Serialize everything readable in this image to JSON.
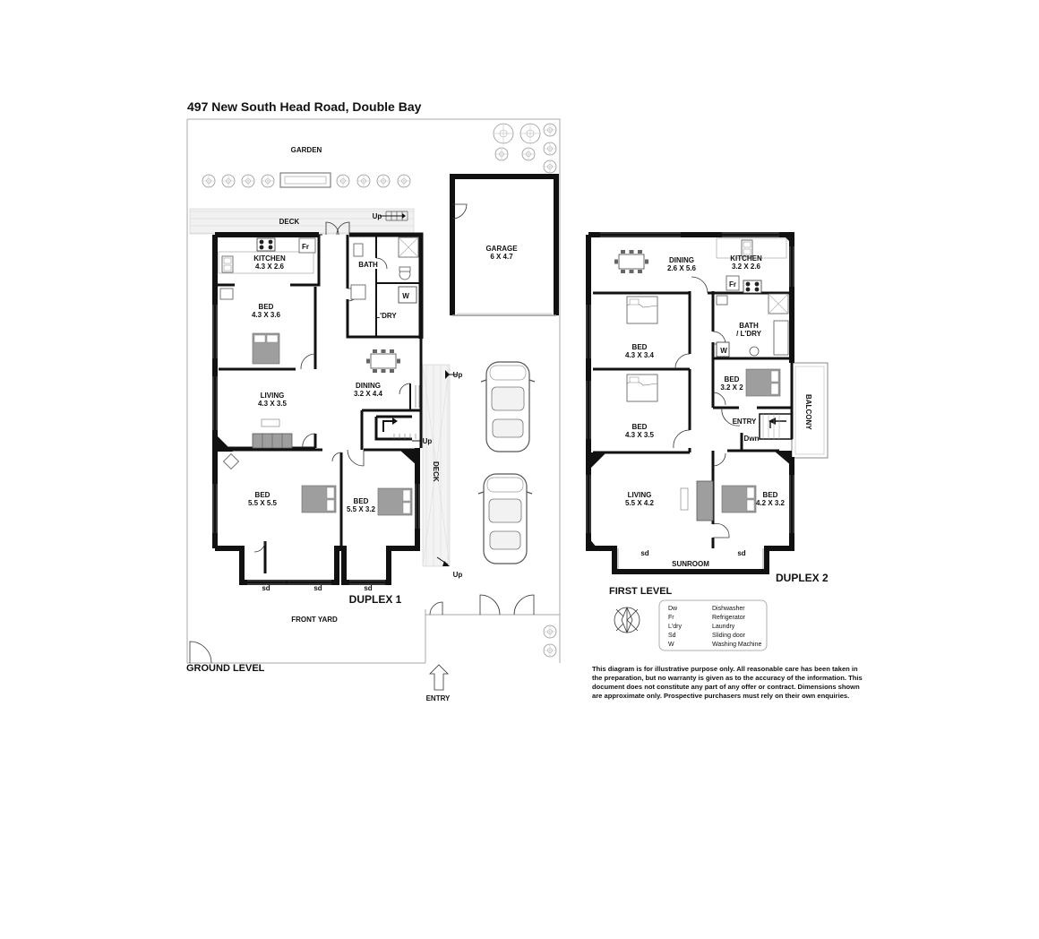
{
  "title": "497 New South Head Road, Double Bay",
  "ground_level": {
    "caption": "GROUND LEVEL",
    "duplex_label": "DUPLEX 1",
    "garden": "GARDEN",
    "deck_top": "DECK",
    "deck_side": "DECK",
    "front_yard": "FRONT YARD",
    "entry": "ENTRY",
    "up": "Up",
    "sd": "sd",
    "fridge_abbr": "Fr",
    "washer_abbr": "W",
    "garage": {
      "name": "GARAGE",
      "size": "6 X 4.7"
    },
    "rooms": [
      {
        "name": "KITCHEN",
        "size": "4.3 X 2.6"
      },
      {
        "name": "BATH",
        "size": ""
      },
      {
        "name": "L'DRY",
        "size": ""
      },
      {
        "name": "BED",
        "size": "4.3 X 3.6"
      },
      {
        "name": "DINING",
        "size": "3.2 X 4.4"
      },
      {
        "name": "LIVING",
        "size": "4.3 X 3.5"
      },
      {
        "name": "BED",
        "size": "5.5 X 5.5"
      },
      {
        "name": "BED",
        "size": "5.5 X 3.2"
      }
    ]
  },
  "first_level": {
    "caption": "FIRST LEVEL",
    "duplex_label": "DUPLEX 2",
    "balcony": "BALCONY",
    "entry": "ENTRY",
    "down": "Dwn",
    "sunroom": "SUNROOM",
    "sd": "sd",
    "fridge_abbr": "Fr",
    "washer_abbr": "W",
    "rooms": [
      {
        "name": "DINING",
        "size": "2.6 X 5.6"
      },
      {
        "name": "KITCHEN",
        "size": "3.2 X 2.6"
      },
      {
        "name": "BED",
        "size": "4.3 X 3.4"
      },
      {
        "name": "BATH",
        "size": "/ L'DRY"
      },
      {
        "name": "BED",
        "size": "3.2 X 2"
      },
      {
        "name": "BED",
        "size": "4.3 X 3.5"
      },
      {
        "name": "LIVING",
        "size": "5.5 X 4.2"
      },
      {
        "name": "BED",
        "size": "4.2 X 3.2"
      }
    ]
  },
  "legend": [
    {
      "abbr": "Dw",
      "meaning": "Dishwasher"
    },
    {
      "abbr": "Fr",
      "meaning": "Refrigerator"
    },
    {
      "abbr": "L'dry",
      "meaning": "Laundry"
    },
    {
      "abbr": "Sd",
      "meaning": "Sliding door"
    },
    {
      "abbr": "W",
      "meaning": "Washing Machine"
    }
  ],
  "disclaimer": [
    "This diagram is for illustrative purpose only. All reasonable care has been taken in",
    "the preparation, but no warranty is given as to the accuracy of the information. This",
    "document does not constitute any part of any offer or contract. Dimensions shown",
    "are approximate only. Prospective purchasers must rely on their own enquiries."
  ]
}
